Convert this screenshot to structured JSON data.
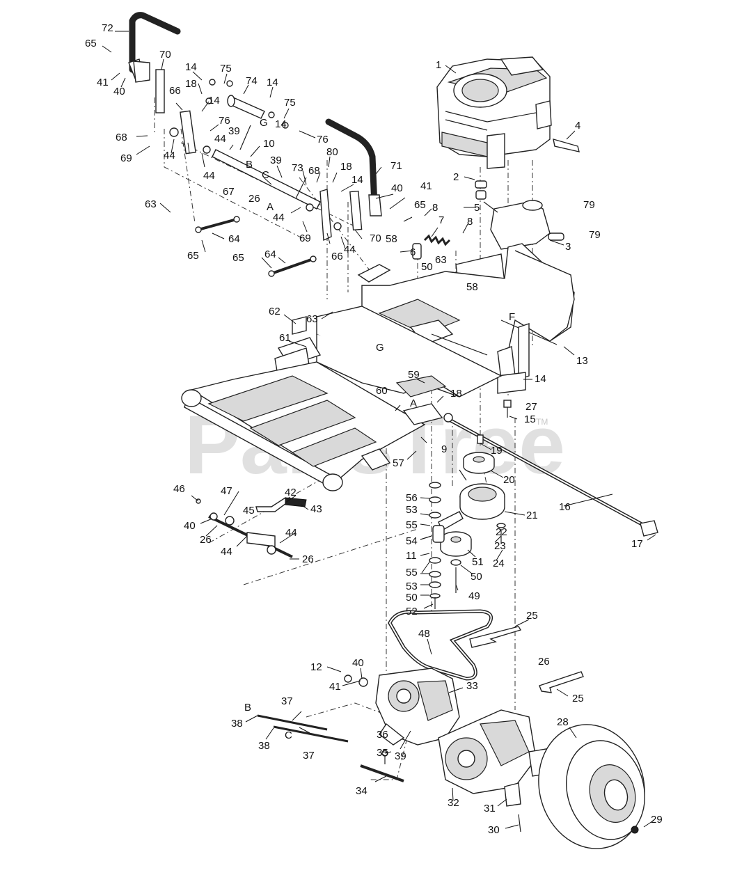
{
  "watermark": {
    "text": "PartsTree",
    "tm": "TM"
  },
  "callouts": [
    "1",
    "2",
    "3",
    "4",
    "5",
    "6",
    "7",
    "8",
    "8",
    "9",
    "10",
    "11",
    "12",
    "13",
    "14",
    "14",
    "14",
    "14",
    "14",
    "14",
    "15",
    "16",
    "17",
    "18",
    "18",
    "18",
    "19",
    "20",
    "21",
    "22",
    "23",
    "24",
    "25",
    "25",
    "26",
    "26",
    "26",
    "26",
    "27",
    "28",
    "29",
    "30",
    "31",
    "32",
    "33",
    "34",
    "35",
    "36",
    "37",
    "37",
    "38",
    "38",
    "39",
    "39",
    "39",
    "40",
    "40",
    "40",
    "40",
    "41",
    "41",
    "41",
    "42",
    "43",
    "44",
    "44",
    "44",
    "44",
    "44",
    "44",
    "44",
    "45",
    "46",
    "47",
    "48",
    "49",
    "50",
    "50",
    "50",
    "51",
    "52",
    "53",
    "53",
    "54",
    "55",
    "55",
    "56",
    "57",
    "58",
    "58",
    "59",
    "60",
    "61",
    "62",
    "63",
    "63",
    "63",
    "64",
    "64",
    "65",
    "65",
    "65",
    "65",
    "66",
    "66",
    "67",
    "68",
    "68",
    "69",
    "69",
    "70",
    "70",
    "71",
    "72",
    "73",
    "74",
    "75",
    "75",
    "76",
    "76",
    "79",
    "79",
    "80"
  ],
  "letters": [
    "G",
    "B",
    "C",
    "A",
    "F",
    "G",
    "A",
    "B",
    "C"
  ]
}
